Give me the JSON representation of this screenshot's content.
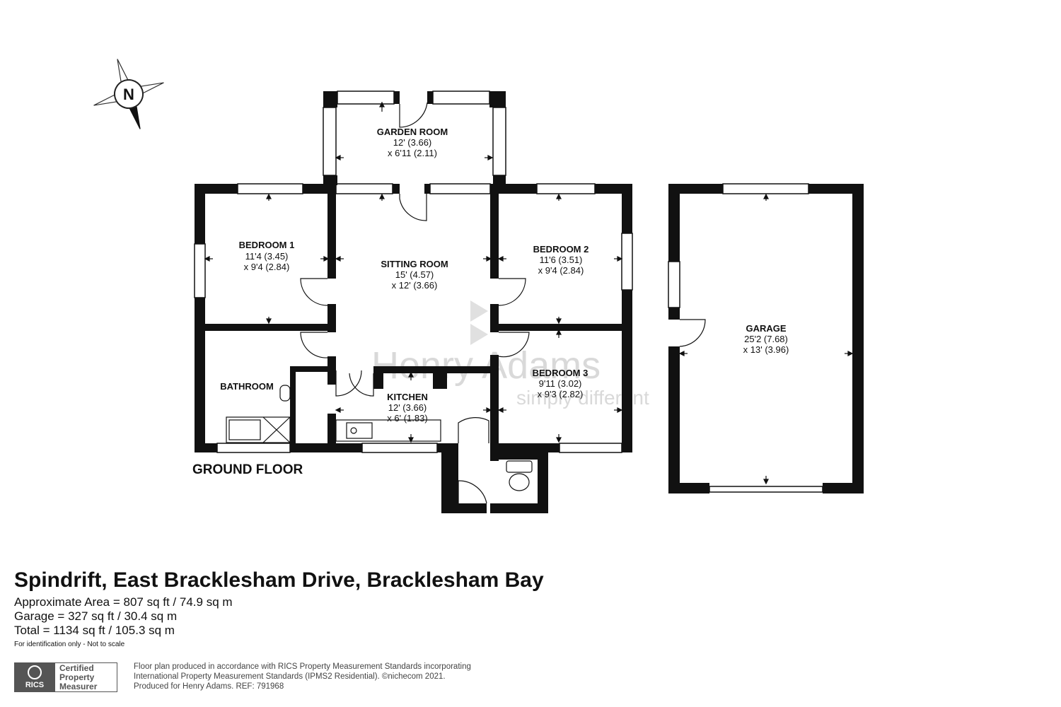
{
  "compass": {
    "icon": "compass-north-icon",
    "letter": "N"
  },
  "rooms": {
    "garden_room": {
      "name": "GARDEN ROOM",
      "dim1": "12' (3.66)",
      "dim2": "x 6'11 (2.11)"
    },
    "bedroom1": {
      "name": "BEDROOM 1",
      "dim1": "11'4 (3.45)",
      "dim2": "x 9'4 (2.84)"
    },
    "sitting_room": {
      "name": "SITTING ROOM",
      "dim1": "15' (4.57)",
      "dim2": "x 12' (3.66)"
    },
    "bedroom2": {
      "name": "BEDROOM 2",
      "dim1": "11'6 (3.51)",
      "dim2": "x 9'4 (2.84)"
    },
    "bathroom": {
      "name": "BATHROOM"
    },
    "kitchen": {
      "name": "KITCHEN",
      "dim1": "12' (3.66)",
      "dim2": "x 6' (1.83)"
    },
    "bedroom3": {
      "name": "BEDROOM 3",
      "dim1": "9'11 (3.02)",
      "dim2": "x 9'3 (2.82)"
    },
    "garage": {
      "name": "GARAGE",
      "dim1": "25'2 (7.68)",
      "dim2": "x 13' (3.96)"
    }
  },
  "floor_label": "GROUND FLOOR",
  "watermark": {
    "brand": "Henry Adams",
    "tagline": "simply different"
  },
  "property": {
    "title": "Spindrift, East Bracklesham Drive, Bracklesham Bay",
    "approx_area": "Approximate Area = 807 sq ft / 74.9 sq m",
    "garage_area": "Garage = 327 sq ft / 30.4 sq m",
    "total_area": "Total = 1134 sq ft / 105.3 sq m",
    "note": "For identification only - Not to scale"
  },
  "certification": {
    "badge": "RICS",
    "line1": "Certified",
    "line2": "Property",
    "line3": "Measurer",
    "produced1": "Floor plan produced in accordance with RICS Property Measurement Standards incorporating",
    "produced2": "International Property Measurement Standards (IPMS2 Residential).  ©nichecom 2021.",
    "produced3": "Produced for Henry Adams.   REF:  791968"
  },
  "colors": {
    "wall": "#111111",
    "window": "#ffffff",
    "watermark": "#d9d9d9",
    "badge": "#555555"
  }
}
